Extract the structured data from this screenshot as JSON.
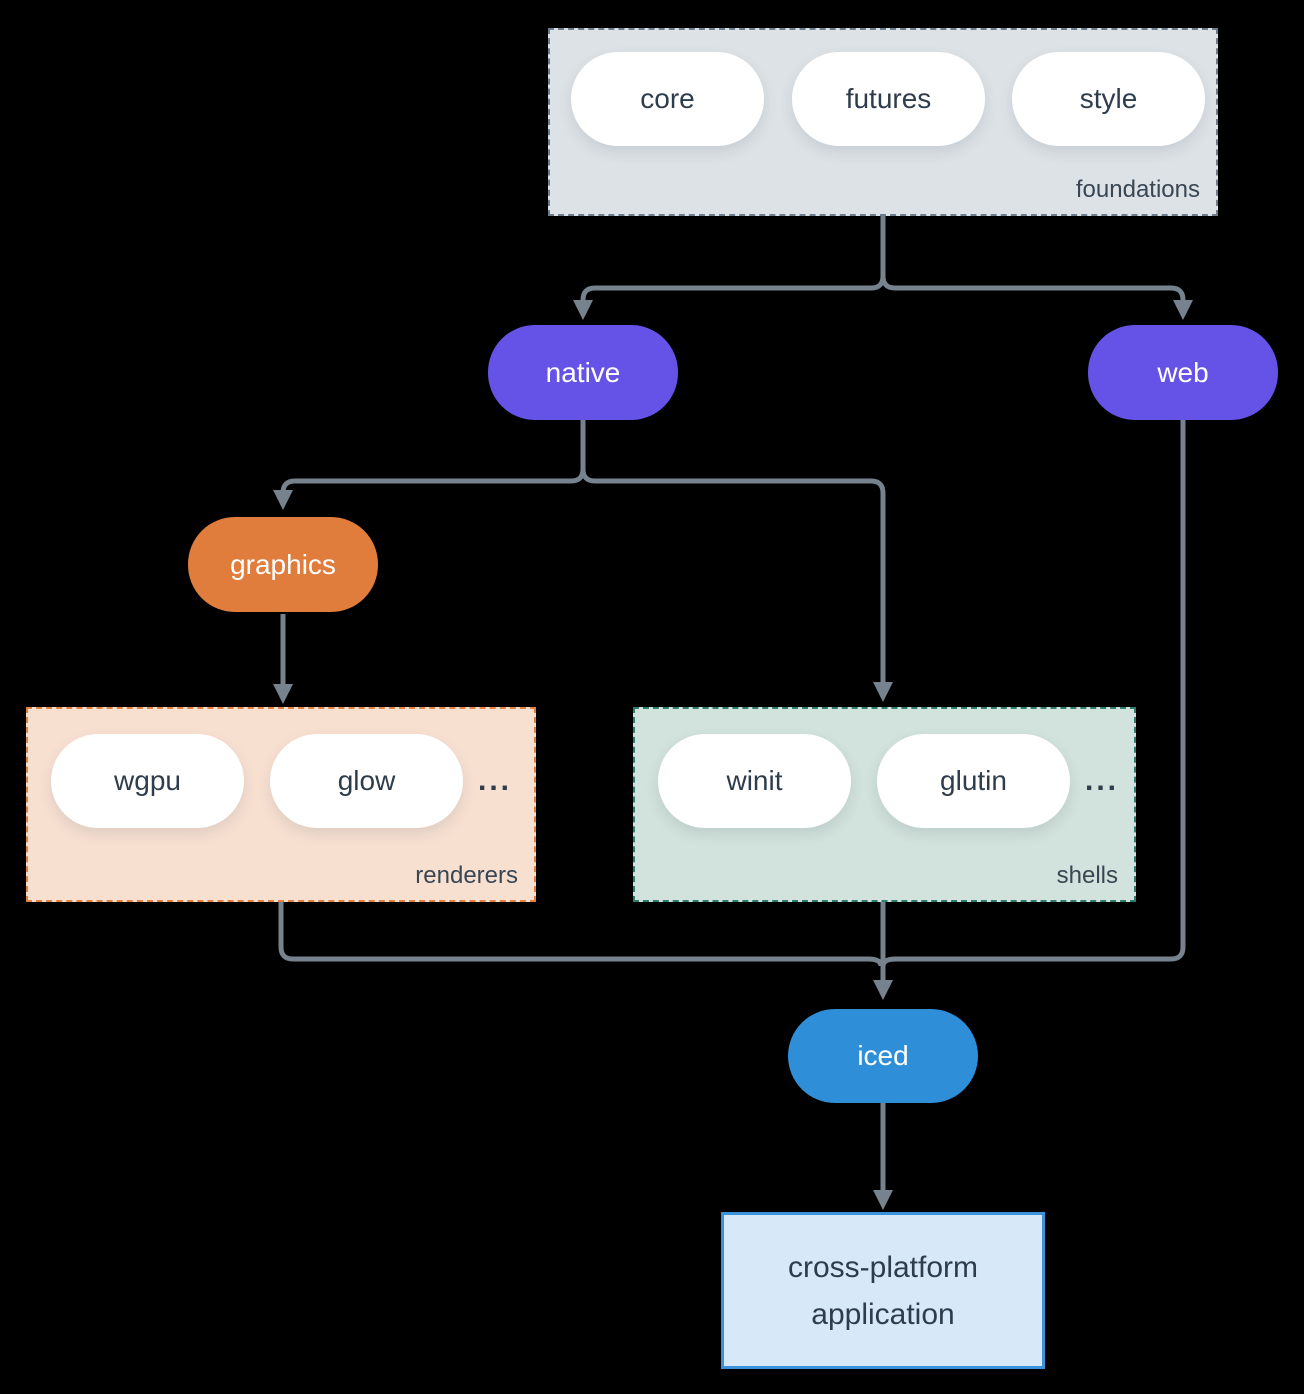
{
  "diagram": {
    "background": "#000000",
    "connector_color": "#76828e",
    "text_dark": "#2e3c4b",
    "groups": {
      "foundations": {
        "label": "foundations",
        "background": "#dde2e6",
        "border_color": "#6e7d8c",
        "pills": [
          "core",
          "futures",
          "style"
        ]
      },
      "renderers": {
        "label": "renderers",
        "background": "#f8e0d1",
        "border_color": "#e0813f",
        "pills": [
          "wgpu",
          "glow"
        ],
        "ellipsis": "..."
      },
      "shells": {
        "label": "shells",
        "background": "#d2e2dc",
        "border_color": "#2e7d6e",
        "pills": [
          "winit",
          "glutin"
        ],
        "ellipsis": "..."
      }
    },
    "nodes": {
      "native": {
        "label": "native",
        "color": "#6553e7"
      },
      "web": {
        "label": "web",
        "color": "#6553e7"
      },
      "graphics": {
        "label": "graphics",
        "color": "#e07c3c"
      },
      "iced": {
        "label": "iced",
        "color": "#2e8ed8"
      },
      "application": {
        "label_line1": "cross-platform",
        "label_line2": "application",
        "background": "#d7e8f8",
        "border_color": "#3a92dc"
      }
    },
    "edges": [
      {
        "from": "foundations",
        "to": "native"
      },
      {
        "from": "foundations",
        "to": "web"
      },
      {
        "from": "native",
        "to": "graphics"
      },
      {
        "from": "native",
        "to": "shells"
      },
      {
        "from": "graphics",
        "to": "renderers"
      },
      {
        "from": "renderers",
        "to": "iced"
      },
      {
        "from": "shells",
        "to": "iced"
      },
      {
        "from": "web",
        "to": "iced"
      },
      {
        "from": "iced",
        "to": "application"
      }
    ]
  }
}
